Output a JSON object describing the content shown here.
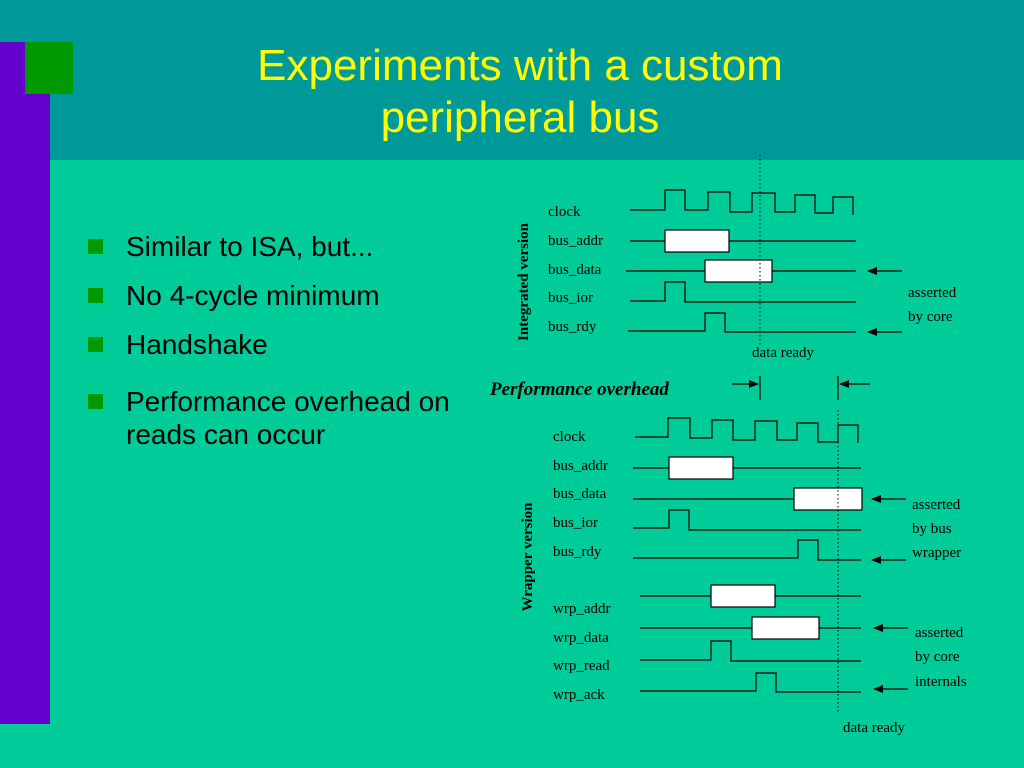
{
  "slide": {
    "title_line1": "Experiments with a custom",
    "title_line2": "peripheral bus",
    "bullets": [
      "Similar to ISA, but...",
      "No 4-cycle minimum",
      "Handshake",
      "Performance overhead on reads can occur"
    ],
    "colors": {
      "background": "#00CC99",
      "header": "#009999",
      "left_bar": "#6600CC",
      "accent_square": "#009900",
      "title": "#FFFF00"
    }
  },
  "diagram": {
    "integrated_label": "Integrated version",
    "wrapper_label": "Wrapper version",
    "overhead_label": "Performance overhead",
    "integrated_signals": [
      "clock",
      "bus_addr",
      "bus_data",
      "bus_ior",
      "bus_rdy"
    ],
    "wrapper_signals": [
      "clock",
      "bus_addr",
      "bus_data",
      "bus_ior",
      "bus_rdy",
      "wrp_addr",
      "wrp_data",
      "wrp_read",
      "wrp_ack"
    ],
    "notes": {
      "asserted_by_core": [
        "asserted",
        "by core"
      ],
      "asserted_by_bus_wrapper": [
        "asserted",
        "by bus",
        "wrapper"
      ],
      "asserted_by_core_internals": [
        "asserted",
        "by core",
        "internals"
      ],
      "data_ready_top": "data ready",
      "data_ready_bottom": "data ready"
    }
  }
}
